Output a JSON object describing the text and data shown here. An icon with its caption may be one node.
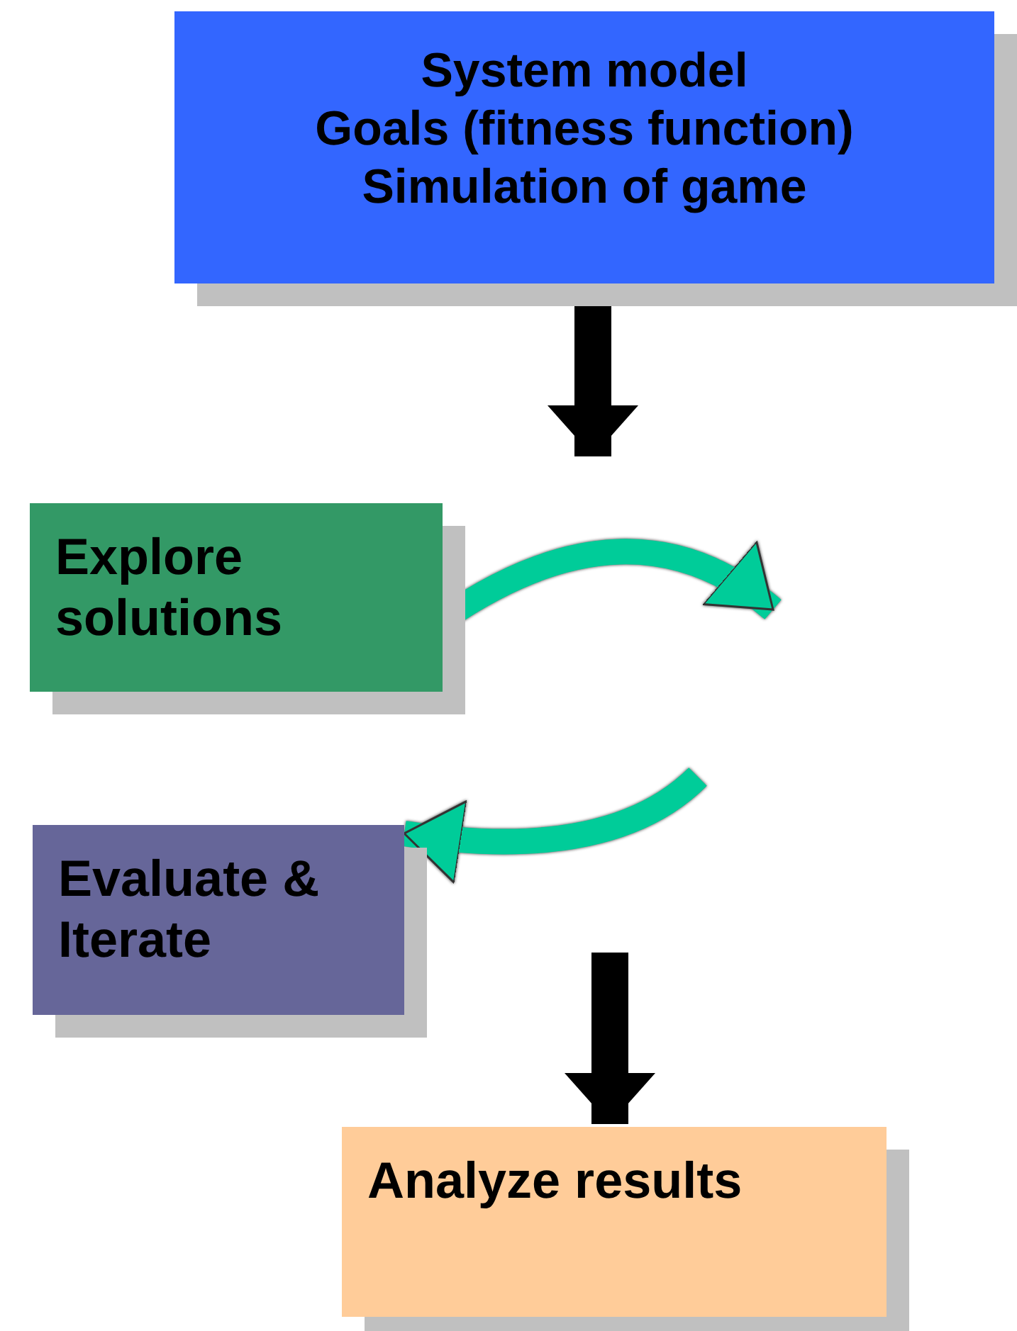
{
  "diagram": {
    "nodes": [
      {
        "text": [
          "System model",
          "Goals (fitness function)",
          "Simulation of game"
        ]
      },
      {
        "text": [
          "Explore solutions"
        ]
      },
      {
        "text": [
          "Evaluate & Iterate"
        ]
      },
      {
        "text": [
          "Analyze results"
        ]
      }
    ],
    "edges": [
      {
        "from": 0,
        "to": null,
        "arrow": "to"
      },
      {
        "from": 1,
        "to": null,
        "arrow": "to",
        "color": "#00cc99"
      },
      {
        "from": null,
        "to": 2,
        "arrow": "to",
        "color": "#00cc99"
      },
      {
        "from": null,
        "to": 3,
        "arrow": "to"
      }
    ]
  }
}
